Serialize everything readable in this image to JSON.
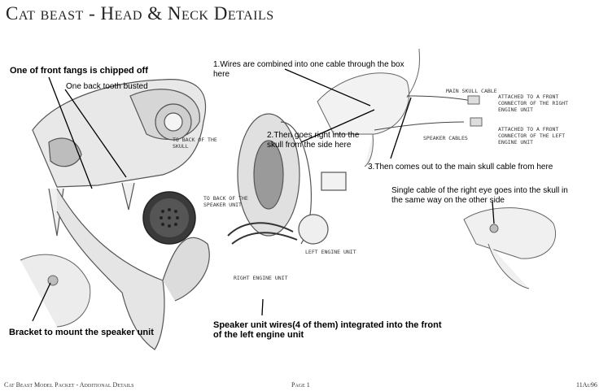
{
  "title": "Cat beast - Head & Neck Details",
  "annotations": {
    "fang_chipped": "One of front fangs is chipped off",
    "back_tooth": "One back tooth busted",
    "bracket": "Bracket to mount the speaker unit",
    "speaker_wires": "Speaker unit wires(4 of them) integrated into the front of the left engine unit",
    "step1": "1.Wires are combined into one cable through the box here",
    "step2": "2.Then goes right into the skull from the side here",
    "step3": "3.Then comes out to the main skull cable from here",
    "single_cable": "Single cable of the right eye goes into the skull in the same way on the other side"
  },
  "sketch_notes": {
    "to_back_skull": "to Back of the skull",
    "to_back_speaker": "to Back of the Speaker unit",
    "right_engine": "Right engine unit",
    "left_engine": "Left engine unit",
    "main_skull_cable": "Main skull cable",
    "speaker_cables": "Speaker cables",
    "attached_right": "Attached to a front connector of the right engine unit",
    "attached_left": "Attached to a front connector of the left engine unit"
  },
  "footer": {
    "left": "Cat Beast Model Packet - Additional Details",
    "center": "Page 1",
    "right": "11Au96"
  },
  "colors": {
    "ink": "#000000",
    "sketch": "#555555",
    "shade": "#bdbdbd"
  }
}
